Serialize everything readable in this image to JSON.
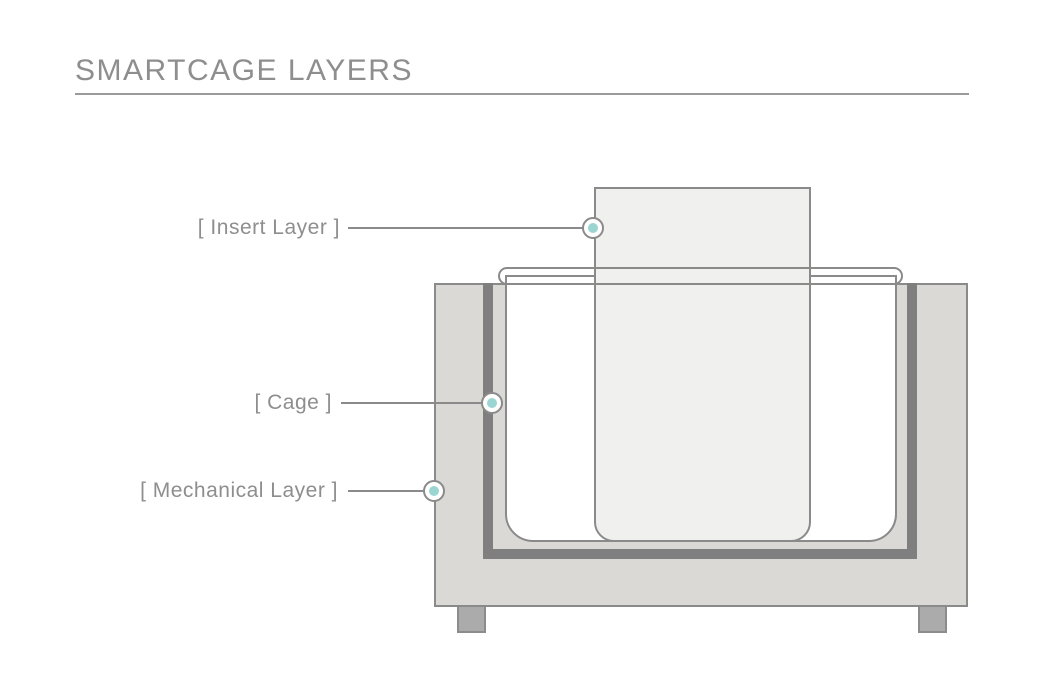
{
  "page": {
    "title": "SMARTCAGE LAYERS"
  },
  "diagram": {
    "labels": [
      {
        "id": "insert-layer",
        "text": "[ Insert Layer ]"
      },
      {
        "id": "cage",
        "text": "[ Cage ]"
      },
      {
        "id": "mechanical-layer",
        "text": "[ Mechanical Layer ]"
      }
    ]
  },
  "colors": {
    "accent_teal": "#9ad5d1",
    "outline_gray": "#8a8a8a",
    "container_fill": "#dbd9d6",
    "insert_fill": "#f0f0ef",
    "liner_gray": "#7f7f7f",
    "text_gray": "#8e8e8e",
    "rule_gray": "#9b9b9b"
  }
}
